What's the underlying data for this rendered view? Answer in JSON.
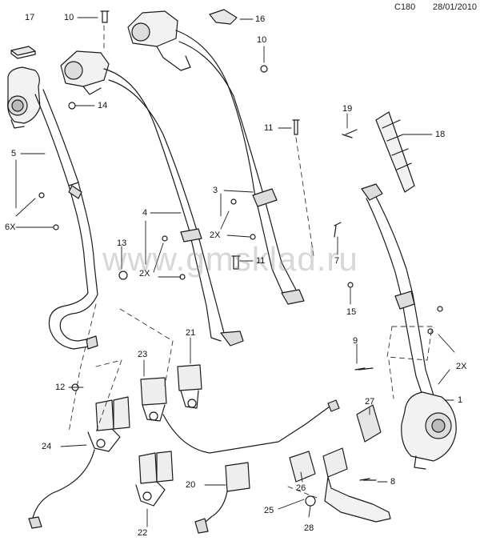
{
  "header": {
    "ref": "C180",
    "date": "28/01/2010"
  },
  "watermark": "www.gmsklad.ru",
  "callouts": [
    "17",
    "10",
    "16",
    "10",
    "14",
    "11",
    "19",
    "18",
    "5",
    "3",
    "4",
    "6X",
    "2X",
    "13",
    "11",
    "2X",
    "7",
    "15",
    "9",
    "2X",
    "12",
    "21",
    "23",
    "1",
    "27",
    "24",
    "20",
    "26",
    "8",
    "25",
    "28",
    "22"
  ],
  "colors": {
    "line": "#1a1a1a",
    "dash": "#333333",
    "paper": "#ffffff",
    "watermark": "#969696"
  }
}
